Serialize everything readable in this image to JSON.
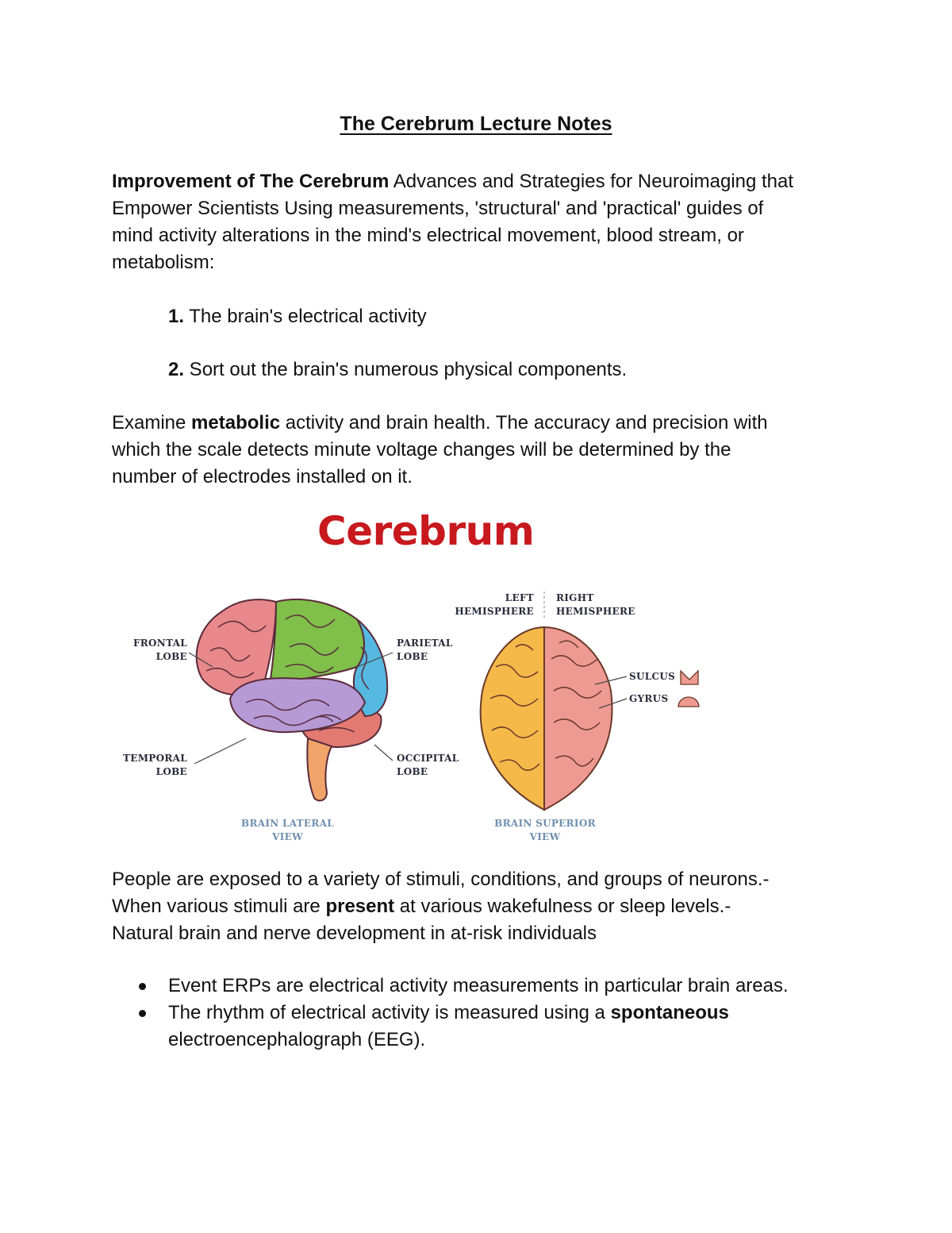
{
  "document": {
    "title": "The Cerebrum Lecture Notes",
    "intro": {
      "bold_lead": "Improvement of The Cerebrum",
      "line1_rest": " Advances and Strategies for Neuroimaging that",
      "line2": "Empower Scientists Using measurements, 'structural' and 'practical' guides of",
      "line3": "mind activity alterations in the mind's electrical movement, blood stream, or",
      "line4": "metabolism:"
    },
    "numbered": [
      {
        "num": "1.",
        "text": " The brain's electrical activity"
      },
      {
        "num": "2.",
        "text": " Sort out the brain's numerous physical components."
      }
    ],
    "examine": {
      "pre": "Examine ",
      "bold": "metabolic",
      "line1_rest": " activity and brain health. The accuracy and precision with",
      "line2": "which the scale detects minute voltage changes will be determined by the",
      "line3": "number of electrodes installed on it."
    },
    "people": {
      "line1": "People are exposed to a variety of stimuli, conditions, and groups of neurons.-",
      "line2_pre": "When various stimuli are ",
      "line2_bold": "present",
      "line2_rest": " at various wakefulness or sleep levels.-",
      "line3": "Natural brain and nerve development in at-risk individuals"
    },
    "bullets": [
      {
        "text": "Event ERPs are electrical activity measurements in particular brain areas."
      },
      {
        "pre": "The rhythm of electrical activity is measured using a ",
        "bold": "spontaneous",
        "line2": "electroencephalograph (EEG)."
      }
    ]
  },
  "figure": {
    "title": "Cerebrum",
    "labels": {
      "frontal": [
        "FRONTAL",
        "LOBE"
      ],
      "parietal": [
        "PARIETAL",
        "LOBE"
      ],
      "temporal": [
        "TEMPORAL",
        "LOBE"
      ],
      "occipital": [
        "OCCIPITAL",
        "LOBE"
      ],
      "left_hemisphere": [
        "LEFT",
        "HEMISPHERE"
      ],
      "right_hemisphere": [
        "RIGHT",
        "HEMISPHERE"
      ],
      "sulcus": "SULCUS",
      "gyrus": "GYRUS",
      "lateral_view": [
        "BRAIN LATERAL",
        "VIEW"
      ],
      "superior_view": [
        "BRAIN SUPERIOR",
        "VIEW"
      ]
    },
    "colors": {
      "title": "#c8191e",
      "frontal": "#e8888a",
      "parietal": "#7fbf4a",
      "temporal": "#b59ad6",
      "occipital": "#55b8e0",
      "cerebellum": "#e27a72",
      "brainstem": "#f0a46a",
      "left_hemisphere": "#f5b94a",
      "right_hemisphere": "#ee9a92",
      "view_caption": "#6f8fae"
    }
  }
}
